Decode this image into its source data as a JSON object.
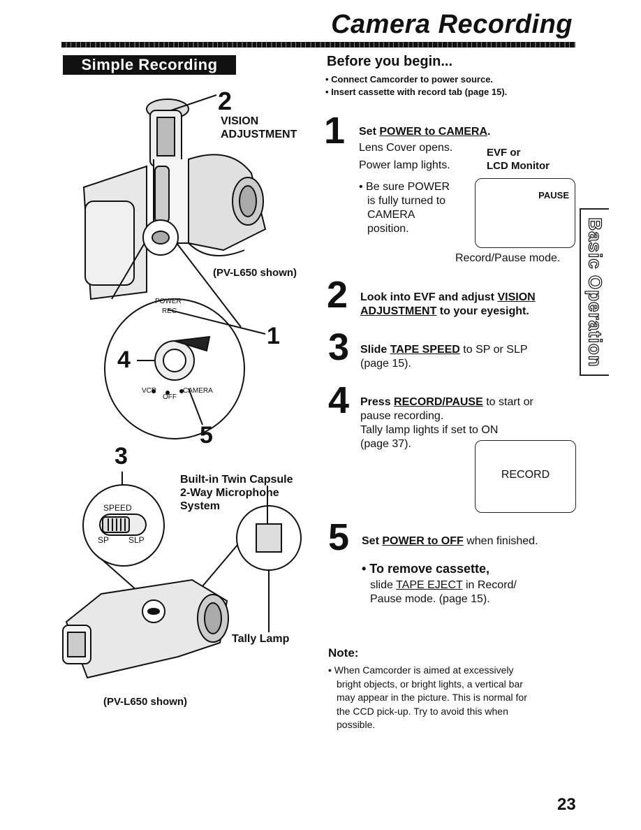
{
  "header": {
    "title": "Camera Recording"
  },
  "section": {
    "banner": "Simple Recording"
  },
  "side_tab": {
    "label": "Basic Operation"
  },
  "before": {
    "title": "Before you begin...",
    "bullets": [
      "• Connect Camcorder to power source.",
      "• Insert cassette with record tab (page 15)."
    ]
  },
  "steps": {
    "s1": {
      "number": "1",
      "head_prefix": "Set ",
      "head_link": "POWER to CAMERA",
      "head_suffix": ".",
      "line1": "Lens Cover opens.",
      "line2": "Power lamp lights.",
      "evf_line1": "EVF or",
      "evf_line2": "LCD Monitor",
      "sub_lines": [
        "• Be sure POWER",
        "is fully turned to",
        "CAMERA",
        "position."
      ],
      "screen_text": "PAUSE",
      "caption": "Record/Pause mode."
    },
    "s2": {
      "number": "2",
      "head_prefix": "Look into EVF and adjust ",
      "head_link1": "VISION",
      "head_link2": "ADJUSTMENT",
      "head_suffix": " to your eyesight."
    },
    "s3": {
      "number": "3",
      "head_prefix": "Slide ",
      "head_link": "TAPE SPEED",
      "text_suffix": " to SP or SLP",
      "line2": "(page 15)."
    },
    "s4": {
      "number": "4",
      "head_prefix": "Press ",
      "head_link": "RECORD/PAUSE",
      "text_suffix": " to start or",
      "line2": "pause recording.",
      "line3": "Tally lamp lights if set to ON",
      "line4": "(page 37).",
      "screen_text": "RECORD"
    },
    "s5": {
      "number": "5",
      "head_prefix": "Set ",
      "head_link": "POWER to OFF",
      "text_suffix": " when finished.",
      "sub_head": "• To remove cassette,",
      "sub_prefix": "slide ",
      "sub_link": "TAPE EJECT",
      "sub_suffix": " in Record/",
      "sub_line2": "Pause mode.  (page 15)."
    }
  },
  "note": {
    "title": "Note:",
    "lines": [
      "• When Camcorder is aimed at excessively",
      "bright objects, or bright lights, a vertical bar",
      "may appear in the picture. This is normal for",
      "the CCD pick-up. Try to avoid this when",
      "possible."
    ]
  },
  "illustration_top": {
    "callout_2": "2",
    "vision_label1": "VISION",
    "vision_label2": "ADJUSTMENT",
    "model_caption": "(PV-L650 shown)",
    "power_label": "POWER",
    "rec_label": "REC",
    "vcr_label": "VCR",
    "off_label": "OFF",
    "camera_label": "CAMERA",
    "callout_1": "1",
    "callout_4": "4",
    "callout_5": "5"
  },
  "illustration_bottom": {
    "callout_3": "3",
    "speed_label": "SPEED",
    "sp_label": "SP",
    "slp_label": "SLP",
    "mic_line1": "Built-in Twin Capsule",
    "mic_line2": "2-Way Microphone",
    "mic_line3": "System",
    "tally_label": "Tally Lamp",
    "model_caption": "(PV-L650 shown)"
  },
  "footer": {
    "page_number": "23"
  }
}
